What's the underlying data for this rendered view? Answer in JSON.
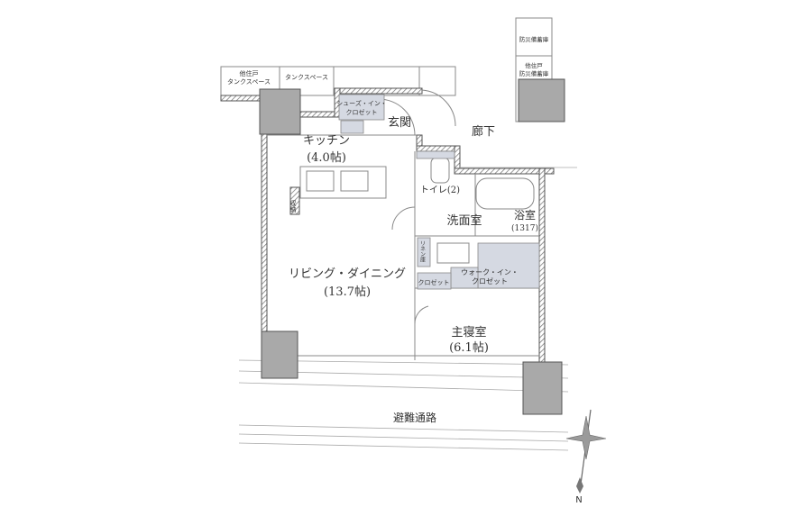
{
  "rooms": {
    "kitchen": {
      "name": "キッチン",
      "size": "(4.0帖)"
    },
    "entrance": "玄関",
    "corridor": "廊下",
    "toilet": "トイレ(2)",
    "washroom": "洗面室",
    "bath": {
      "name": "浴室",
      "size": "(1317)"
    },
    "linen": "リネン庫",
    "walk_in_closet": [
      "ウォーク・イン・",
      "クロゼット"
    ],
    "closet": "クロゼット",
    "shoes_closet": [
      "シューズ・イン・",
      "クロゼット"
    ],
    "storage": "収納",
    "living": {
      "name": "リビング・ダイニング",
      "size": "(13.7帖)"
    },
    "master_bedroom": {
      "name": "主寝室",
      "size": "(6.1帖)"
    },
    "evacuation_path": "避難通路"
  },
  "surroundings": {
    "tank_space_other": [
      "他住戸",
      "タンクスペース"
    ],
    "tank_space": "タンクスペース",
    "disaster_storage": "防災備蓄庫",
    "disaster_storage_other": [
      "他住戸",
      "防災備蓄庫"
    ]
  },
  "compass": {
    "north_label": "N"
  },
  "colors": {
    "pillar": "#a9a9a9",
    "closet": "#d5d9e2",
    "wall_hatch": "#777777"
  }
}
